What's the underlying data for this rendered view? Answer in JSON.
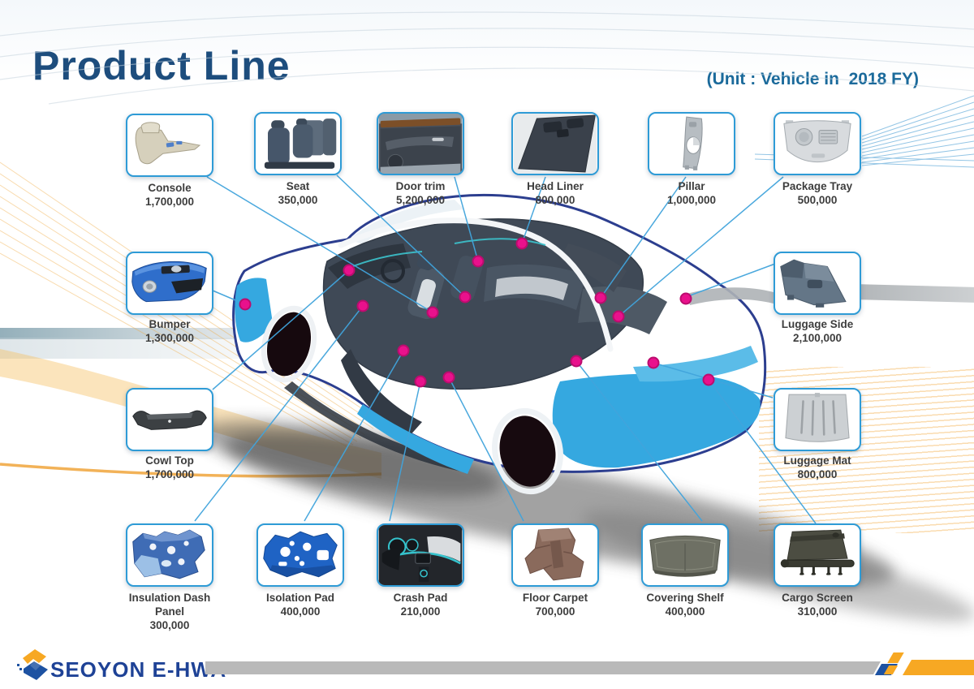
{
  "header": {
    "title": "Product Line",
    "unit_note": "(Unit : Vehicle in  2018 FY)"
  },
  "products": [
    {
      "name": "Console",
      "value": "1,700,000"
    },
    {
      "name": "Seat",
      "value": "350,000"
    },
    {
      "name": "Door trim",
      "value": "5,200,000"
    },
    {
      "name": "Head Liner",
      "value": "800,000"
    },
    {
      "name": "Pillar",
      "value": "1,000,000"
    },
    {
      "name": "Package Tray",
      "value": "500,000"
    },
    {
      "name": "Bumper",
      "value": "1,300,000"
    },
    {
      "name": "Luggage Side",
      "value": "2,100,000"
    },
    {
      "name": "Cowl Top",
      "value": "1,700,000"
    },
    {
      "name": "Luggage Mat",
      "value": "800,000"
    },
    {
      "name": "Insulation Dash Panel",
      "value": "300,000"
    },
    {
      "name": "Isolation Pad",
      "value": "400,000"
    },
    {
      "name": "Crash Pad",
      "value": "210,000"
    },
    {
      "name": "Floor Carpet",
      "value": "700,000"
    },
    {
      "name": "Covering Shelf",
      "value": "400,000"
    },
    {
      "name": "Cargo Screen",
      "value": "310,000"
    }
  ],
  "footer": {
    "logo_text": "SEOYON E-HWA"
  },
  "colors": {
    "card_border": "#2E9BD6",
    "callout_line": "#41A4DC",
    "dot_magenta": "#E9118C",
    "title_blue": "#1D4D7D",
    "unit_blue": "#1B6A9B",
    "car_accent_blue": "#35A8E0",
    "footer_navy": "#1E4296",
    "footer_orange": "#F7A823",
    "footer_gray": "#B9B9B9"
  }
}
